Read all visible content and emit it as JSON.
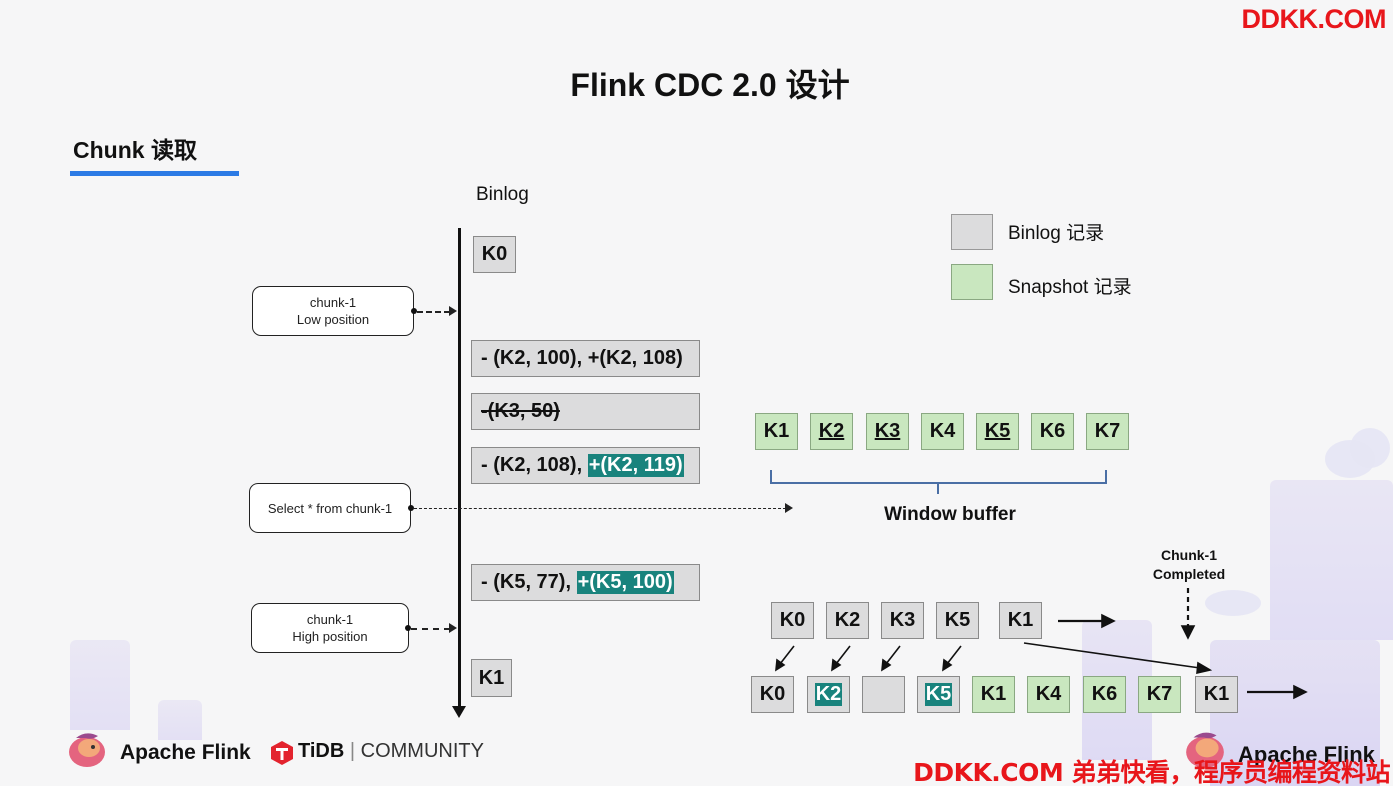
{
  "watermark_top": "DDKK.COM",
  "watermark_bottom": "DDKK.COM 弟弟快看，程序员编程资料站",
  "title": "Flink CDC 2.0 设计",
  "section_title": "Chunk 读取",
  "binlog": {
    "label": "Binlog",
    "records": [
      {
        "id": "k0",
        "text": "K0"
      },
      {
        "id": "upd-k2",
        "plain": "- (K2, 100), +(K2, 108)"
      },
      {
        "id": "del-k3",
        "plain": "-(K3, 50)"
      },
      {
        "id": "upd-k2-b",
        "plain": "- (K2, 108), ",
        "highlight": "+(K2, 119)"
      },
      {
        "id": "upd-k5",
        "plain": "- (K5, 77), ",
        "highlight": "+(K5, 100)"
      },
      {
        "id": "k1",
        "text": "K1"
      }
    ]
  },
  "callouts": {
    "low": {
      "line1": "chunk-1",
      "line2": "Low position"
    },
    "select": {
      "line1": "Select * from chunk-1"
    },
    "high": {
      "line1": "chunk-1",
      "line2": "High position"
    }
  },
  "legend": {
    "binlog": {
      "label": "Binlog 记录",
      "color": "#dcdcdd"
    },
    "snapshot": {
      "label": "Snapshot 记录",
      "color": "#c9e7bf"
    }
  },
  "window_buffer": {
    "label": "Window buffer",
    "items": [
      "K1",
      "K2",
      "K3",
      "K4",
      "K5",
      "K6",
      "K7"
    ]
  },
  "binlog_row": [
    "K0",
    "K2",
    "K3",
    "K5",
    "K1"
  ],
  "output_row": [
    "K0",
    "K2",
    "",
    "K5",
    "K1",
    "K4",
    "K6",
    "K7",
    "K1"
  ],
  "chunk_completed": {
    "line1": "Chunk-1",
    "line2": "Completed"
  },
  "logos": {
    "flink": "Apache Flink",
    "tidb_brand": "TiDB",
    "tidb_sep": " | ",
    "tidb_rest": "COMMUNITY"
  },
  "colors": {
    "accent": "#2c7be5",
    "highlight": "#19837d",
    "watermark": "#e8161b"
  }
}
